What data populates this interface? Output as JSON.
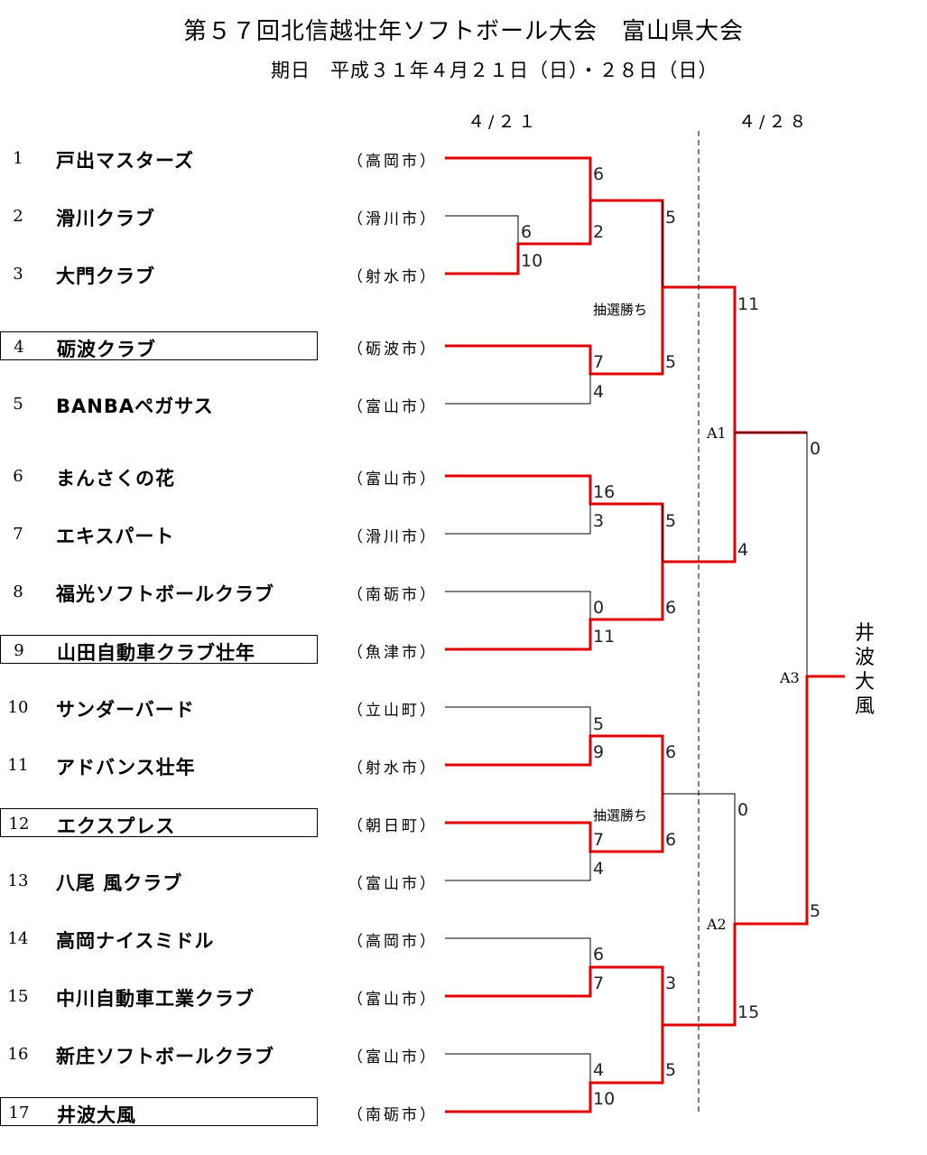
{
  "title": "第５７回北信越壮年ソフトボール大会　富山県大会",
  "subtitle": "期日　平成３１年４月２１日（日）・２８日（日）",
  "dates": {
    "day1": "４/２１",
    "day2": "４/２８"
  },
  "teams": [
    {
      "no": "1",
      "name": "戸出マスターズ",
      "city": "（高岡市）"
    },
    {
      "no": "2",
      "name": "滑川クラブ",
      "city": "（滑川市）"
    },
    {
      "no": "3",
      "name": "大門クラブ",
      "city": "（射水市）"
    },
    {
      "no": "4",
      "name": "砺波クラブ",
      "city": "（砺波市）"
    },
    {
      "no": "5",
      "name": "BANBAペガサス",
      "city": "（富山市）"
    },
    {
      "no": "6",
      "name": "まんさくの花",
      "city": "（富山市）"
    },
    {
      "no": "7",
      "name": "エキスパート",
      "city": "（滑川市）"
    },
    {
      "no": "8",
      "name": "福光ソフトボールクラブ",
      "city": "（南砺市）"
    },
    {
      "no": "9",
      "name": "山田自動車クラブ壮年",
      "city": "（魚津市）"
    },
    {
      "no": "10",
      "name": "サンダーバード",
      "city": "（立山町）"
    },
    {
      "no": "11",
      "name": "アドバンス壮年",
      "city": "（射水市）"
    },
    {
      "no": "12",
      "name": "エクスプレス",
      "city": "（朝日町）"
    },
    {
      "no": "13",
      "name": "八尾 風クラブ",
      "city": "（富山市）"
    },
    {
      "no": "14",
      "name": "高岡ナイスミドル",
      "city": "（高岡市）"
    },
    {
      "no": "15",
      "name": "中川自動車工業クラブ",
      "city": "（富山市）"
    },
    {
      "no": "16",
      "name": "新庄ソフトボールクラブ",
      "city": "（富山市）"
    },
    {
      "no": "17",
      "name": "井波大風",
      "city": "（南砺市）"
    }
  ],
  "scores": {
    "m_2v3": [
      "6",
      "10"
    ],
    "m_1v23": [
      "6",
      "2"
    ],
    "m_4v5": [
      "7",
      "4"
    ],
    "m_top_qf": [
      "5",
      "5"
    ],
    "m_6v7": [
      "16",
      "3"
    ],
    "m_8v9": [
      "0",
      "11"
    ],
    "m_6789": [
      "5",
      "6"
    ],
    "m_10v11": [
      "5",
      "9"
    ],
    "m_12v13": [
      "7",
      "4"
    ],
    "m_10_13": [
      "6",
      "6"
    ],
    "m_14v15": [
      "6",
      "7"
    ],
    "m_16v17": [
      "4",
      "10"
    ],
    "m_14_17": [
      "3",
      "5"
    ],
    "semi_a1": [
      "11",
      "4"
    ],
    "semi_a2": [
      "0",
      "15"
    ],
    "final_a3": [
      "0",
      "5"
    ]
  },
  "notes": {
    "lottery": "抽選勝ち"
  },
  "labels": {
    "a1": "A1",
    "a2": "A2",
    "a3": "A3"
  },
  "winner": [
    "井",
    "波",
    "大",
    "風"
  ],
  "colors": {
    "win": "#e00000",
    "line": "#000000"
  }
}
